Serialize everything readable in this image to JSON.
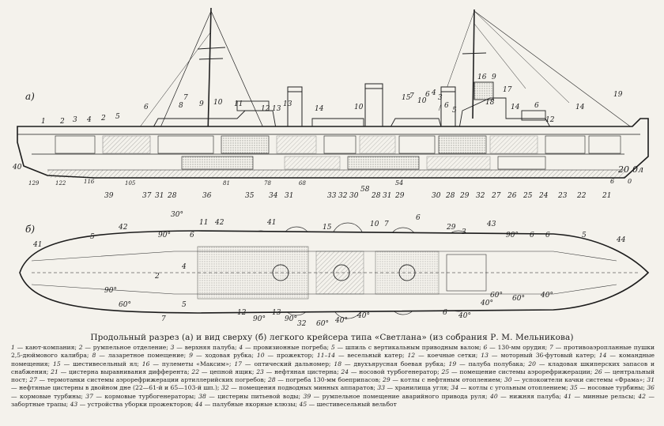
{
  "figure": {
    "caption": "Продольный разрез (а) и вид сверху (б) легкого крейсера типа «Светлана» (из собрания Р. М. Мельникова)",
    "view_a_label": "а)",
    "view_b_label": "б)"
  },
  "section_a_top_labels": [
    "1",
    "2",
    "3",
    "4",
    "2",
    "5",
    "6",
    "8",
    "7",
    "9",
    "10",
    "11",
    "12",
    "13",
    "13",
    "14",
    "10",
    "15",
    "7",
    "10",
    "6",
    "4",
    "3",
    "6",
    "5",
    "16",
    "9",
    "17",
    "18",
    "14",
    "6",
    "12",
    "14",
    "19"
  ],
  "section_a_bottom_labels": [
    "40",
    "129",
    "122",
    "116",
    "39",
    "105",
    "37",
    "31",
    "28",
    "36",
    "81",
    "35",
    "78",
    "34",
    "31",
    "68",
    "33",
    "32",
    "30",
    "58",
    "28",
    "31",
    "29",
    "54",
    "30",
    "28",
    "29",
    "32",
    "27",
    "26",
    "25",
    "24",
    "23",
    "22",
    "21",
    "20",
    "0л",
    "6",
    "0"
  ],
  "plan_b_labels": [
    "5",
    "42",
    "30°",
    "11",
    "42",
    "41",
    "15",
    "10",
    "7",
    "6",
    "3",
    "43",
    "5",
    "44",
    "41",
    "90°",
    "6",
    "90°",
    "6",
    "6",
    "29",
    "2",
    "4",
    "7",
    "12",
    "13",
    "90°",
    "60°",
    "5",
    "6",
    "40°",
    "40°",
    "60°",
    "90°",
    "60°",
    "40°",
    "40°",
    "40°",
    "60°",
    "90°",
    "32"
  ],
  "legend": [
    {
      "n": "1",
      "t": "кают-компания;"
    },
    {
      "n": "2",
      "t": "румпельное отделение;"
    },
    {
      "n": "3",
      "t": "верхняя палуба;"
    },
    {
      "n": "4",
      "t": "провизионные погреба;"
    },
    {
      "n": "5",
      "t": "шпиль с вертикальным приводным валом;"
    },
    {
      "n": "6",
      "t": "130-мм орудия;"
    },
    {
      "n": "7",
      "t": "противоаэропланные пушки 2,5-дюймового калибра;"
    },
    {
      "n": "8",
      "t": "лазаретное помещение;"
    },
    {
      "n": "9",
      "t": "ходовая рубка;"
    },
    {
      "n": "10",
      "t": "прожектор;"
    },
    {
      "n": "11–14",
      "t": "весельный катер;"
    },
    {
      "n": "12",
      "t": "коечные сетки;"
    },
    {
      "n": "13",
      "t": "моторный 36-футовый катер;"
    },
    {
      "n": "14",
      "t": "командные помещения;"
    },
    {
      "n": "15",
      "t": "шестивесельный ял;"
    },
    {
      "n": "16",
      "t": "пулеметы «Максим»;"
    },
    {
      "n": "17",
      "t": "оптический дальномер;"
    },
    {
      "n": "18",
      "t": "двухъярусная боевая рубка;"
    },
    {
      "n": "19",
      "t": "палуба полубака;"
    },
    {
      "n": "20",
      "t": "кладовая шкиперских запасов и снабжения;"
    },
    {
      "n": "21",
      "t": "цистерна выравнивания дифферента;"
    },
    {
      "n": "22",
      "t": "цепной ящик;"
    },
    {
      "n": "23",
      "t": "нефтяная цистерна;"
    },
    {
      "n": "24",
      "t": "носовой турбогенератор;"
    },
    {
      "n": "25",
      "t": "помещение системы аэрорефрижерации;"
    },
    {
      "n": "26",
      "t": "центральный пост;"
    },
    {
      "n": "27",
      "t": "термотанки системы аэрорефрижерации артиллерийских погребов;"
    },
    {
      "n": "28",
      "t": "погреба 130-мм боеприпасов;"
    },
    {
      "n": "29",
      "t": "котлы с нефтяным отоплением;"
    },
    {
      "n": "30",
      "t": "успокоители качки системы «Фрама»;"
    },
    {
      "n": "31",
      "t": "нефтяные цистерны в двойном дне (22—61-й и 65—103-й шп.);"
    },
    {
      "n": "32",
      "t": "помещения подводных минных аппаратов;"
    },
    {
      "n": "33",
      "t": "хранилища угля;"
    },
    {
      "n": "34",
      "t": "котлы с угольным отоплением;"
    },
    {
      "n": "35",
      "t": "носовые турбины;"
    },
    {
      "n": "36",
      "t": "кормовые турбины;"
    },
    {
      "n": "37",
      "t": "кормовые турбогенераторы;"
    },
    {
      "n": "38",
      "t": "цистерны питьевой воды;"
    },
    {
      "n": "39",
      "t": "румпельное помещение аварийного привода руля;"
    },
    {
      "n": "40",
      "t": "нижняя палуба;"
    },
    {
      "n": "41",
      "t": "минные рельсы;"
    },
    {
      "n": "42",
      "t": "забортные трапы;"
    },
    {
      "n": "43",
      "t": "устройства уборки прожекторов;"
    },
    {
      "n": "44",
      "t": "палубные якорные клюзы;"
    },
    {
      "n": "45",
      "t": "шестивесельный вельбот"
    }
  ]
}
